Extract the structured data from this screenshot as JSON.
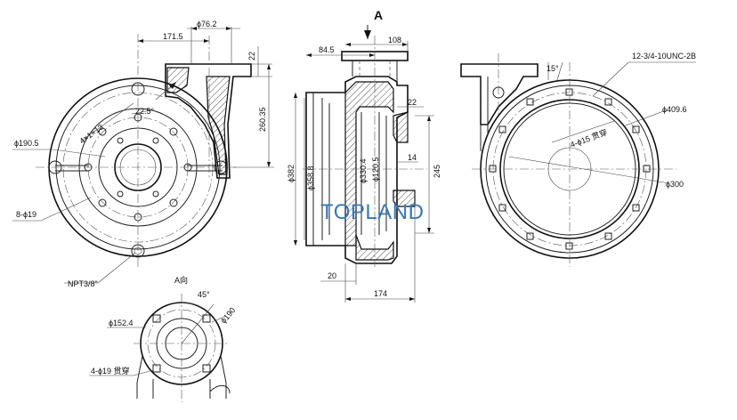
{
  "watermark": "TOPLAND",
  "view_arrow_label": "A",
  "view_a_caption": "A向",
  "front_view": {
    "dims": {
      "d76": "ϕ76.2",
      "d171": "171.5",
      "d22": "22",
      "d260": "260.35",
      "d190": "ϕ190.5",
      "holes": "8-ϕ19",
      "thread_label": "4×1×13",
      "angle": "22.5°",
      "npt": "NPT3/8\""
    }
  },
  "section_view": {
    "dims": {
      "d84": "84.5",
      "d108": "108",
      "d22": "22",
      "d14": "14",
      "d245": "245",
      "d382": "ϕ382",
      "d358": "ϕ358.8",
      "d330": "ϕ330.4",
      "d120": "ϕ120.5",
      "d20": "20",
      "d174": "174"
    }
  },
  "rear_view": {
    "dims": {
      "thread": "12-3/4-10UNC-2B",
      "angle": "15°",
      "d409": "ϕ409.6",
      "holes": "4-ϕ15 贯穿",
      "d300": "ϕ300"
    }
  },
  "a_view": {
    "dims": {
      "angle": "45°",
      "d152": "ϕ152.4",
      "d190": "ϕ190",
      "holes": "4-ϕ19 贯穿"
    }
  }
}
